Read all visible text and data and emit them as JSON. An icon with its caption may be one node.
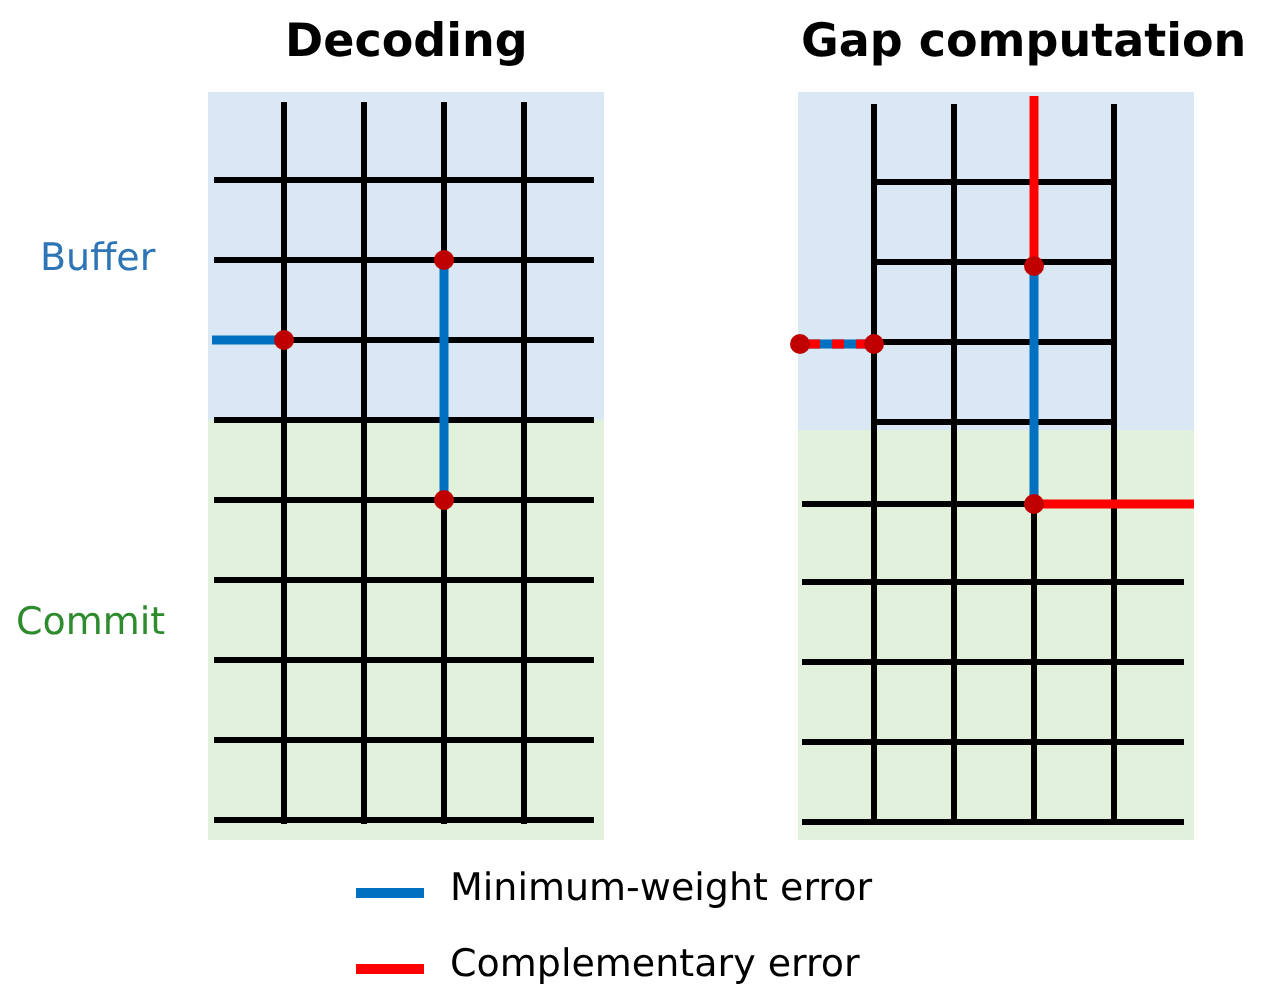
{
  "diagram": {
    "labels": [
      "Decoding",
      "Gap computation",
      "Buffer",
      "Commit"
    ],
    "legend": [
      {
        "text": "Minimum-weight error",
        "color": "#0070c0"
      },
      {
        "text": "Complementary error",
        "color": "#ff0000"
      }
    ]
  }
}
